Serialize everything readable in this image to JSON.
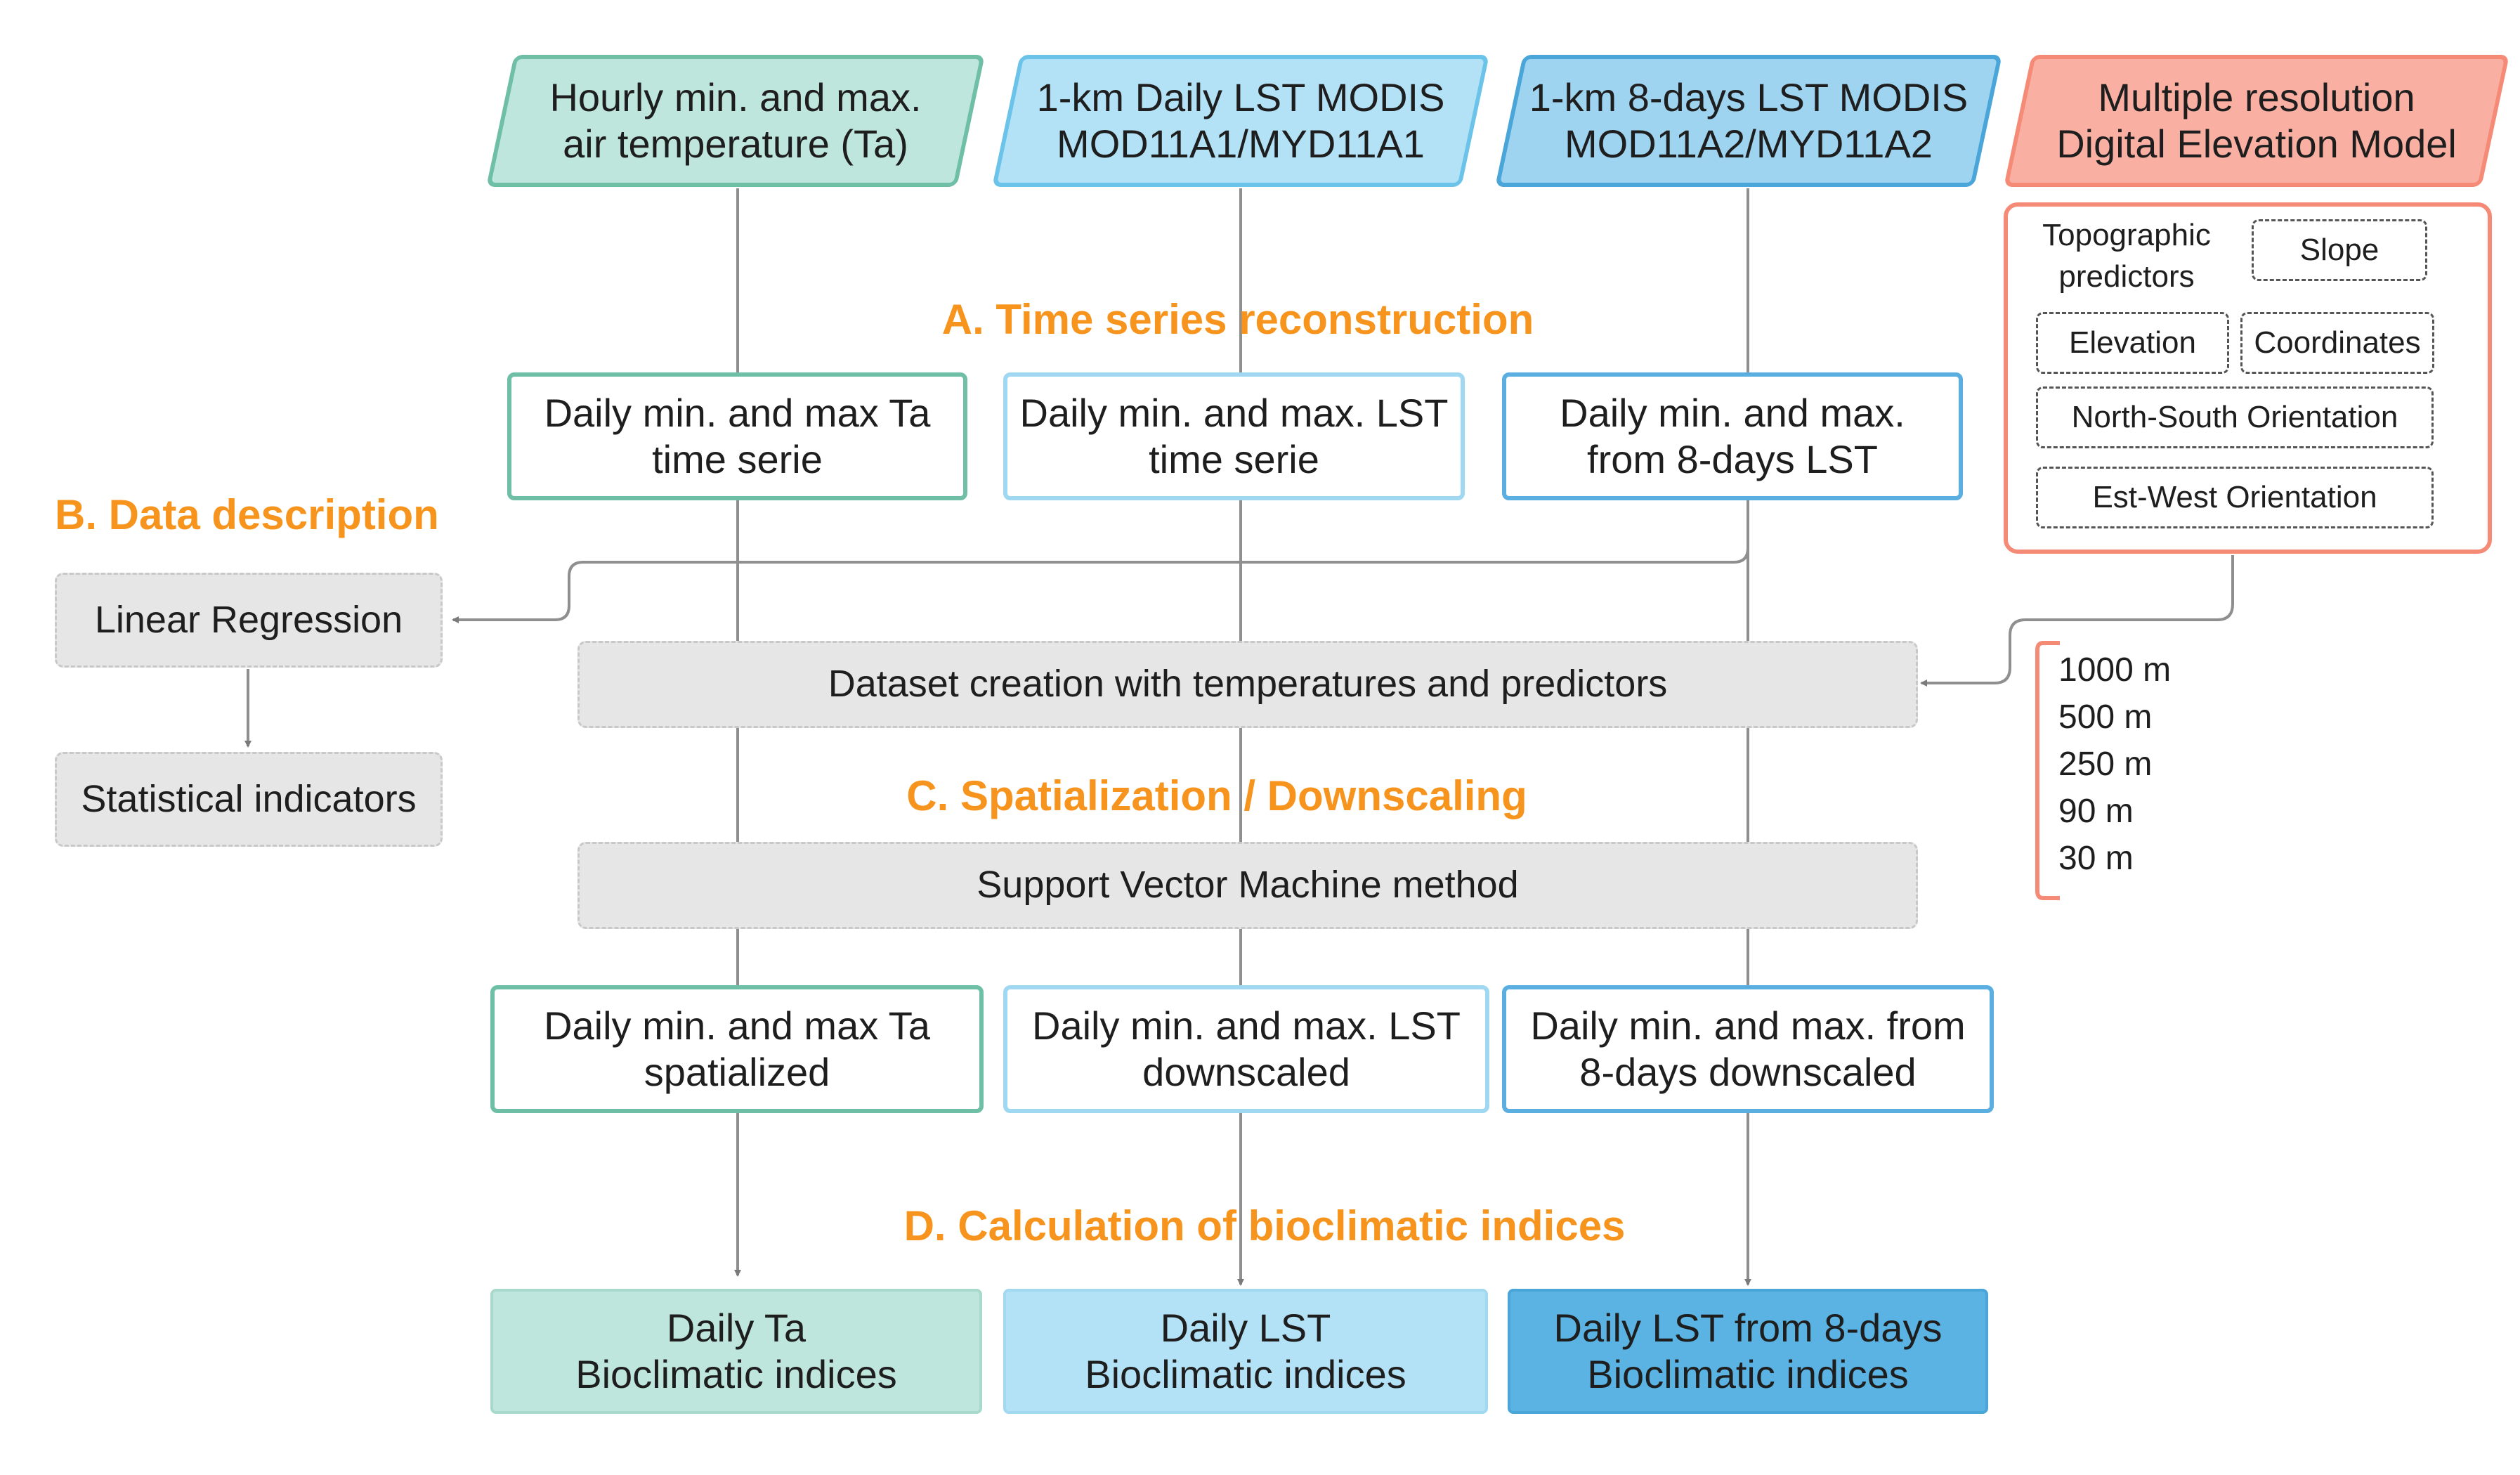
{
  "inputs": {
    "air_temperature": [
      "Hourly min. and max.",
      "air temperature (Ta)"
    ],
    "daily_lst": [
      "1-km Daily LST MODIS",
      "MOD11A1/MYD11A1"
    ],
    "eightday_lst": [
      "1-km 8-days LST MODIS",
      "MOD11A2/MYD11A2"
    ],
    "dem": [
      "Multiple resolution",
      "Digital Elevation Model"
    ]
  },
  "topographic": {
    "label": [
      "Topographic",
      "predictors"
    ],
    "slope": "Slope",
    "elevation": "Elevation",
    "coordinates": "Coordinates",
    "north_south": "North-South Orientation",
    "est_west": "Est-West Orientation"
  },
  "sections": {
    "a": "A. Time series reconstruction",
    "b": "B. Data description",
    "c": "C. Spatialization / Downscaling",
    "d": "D. Calculation of bioclimatic indices"
  },
  "time_series": {
    "ta": [
      "Daily min. and max Ta",
      "time serie"
    ],
    "lst": [
      "Daily min. and max. LST",
      "time serie"
    ],
    "eightday": [
      "Daily min. and max.",
      "from 8-days LST"
    ]
  },
  "description": {
    "regression": "Linear Regression",
    "indicators": "Statistical indicators"
  },
  "dataset_creation": "Dataset creation with temperatures and predictors",
  "svm": "Support Vector Machine method",
  "resolutions": [
    "1000 m",
    "500 m",
    "250 m",
    "90 m",
    "30 m"
  ],
  "spatialized": {
    "ta": [
      "Daily min. and max Ta",
      "spatialized"
    ],
    "lst": [
      "Daily min. and max. LST",
      "downscaled"
    ],
    "eightday": [
      "Daily min. and max. from",
      "8-days downscaled"
    ]
  },
  "outputs": {
    "ta": [
      "Daily Ta",
      "Bioclimatic indices"
    ],
    "lst": [
      "Daily LST",
      "Bioclimatic indices"
    ],
    "eightday": [
      "Daily LST from 8-days",
      "Bioclimatic indices"
    ]
  },
  "colors": {
    "green": "#6fbfa6",
    "light_blue": "#9fd8f0",
    "blue": "#5aaee0",
    "salmon": "#f58a77",
    "orange": "#f7941d",
    "gray_box": "#e6e6e6"
  }
}
